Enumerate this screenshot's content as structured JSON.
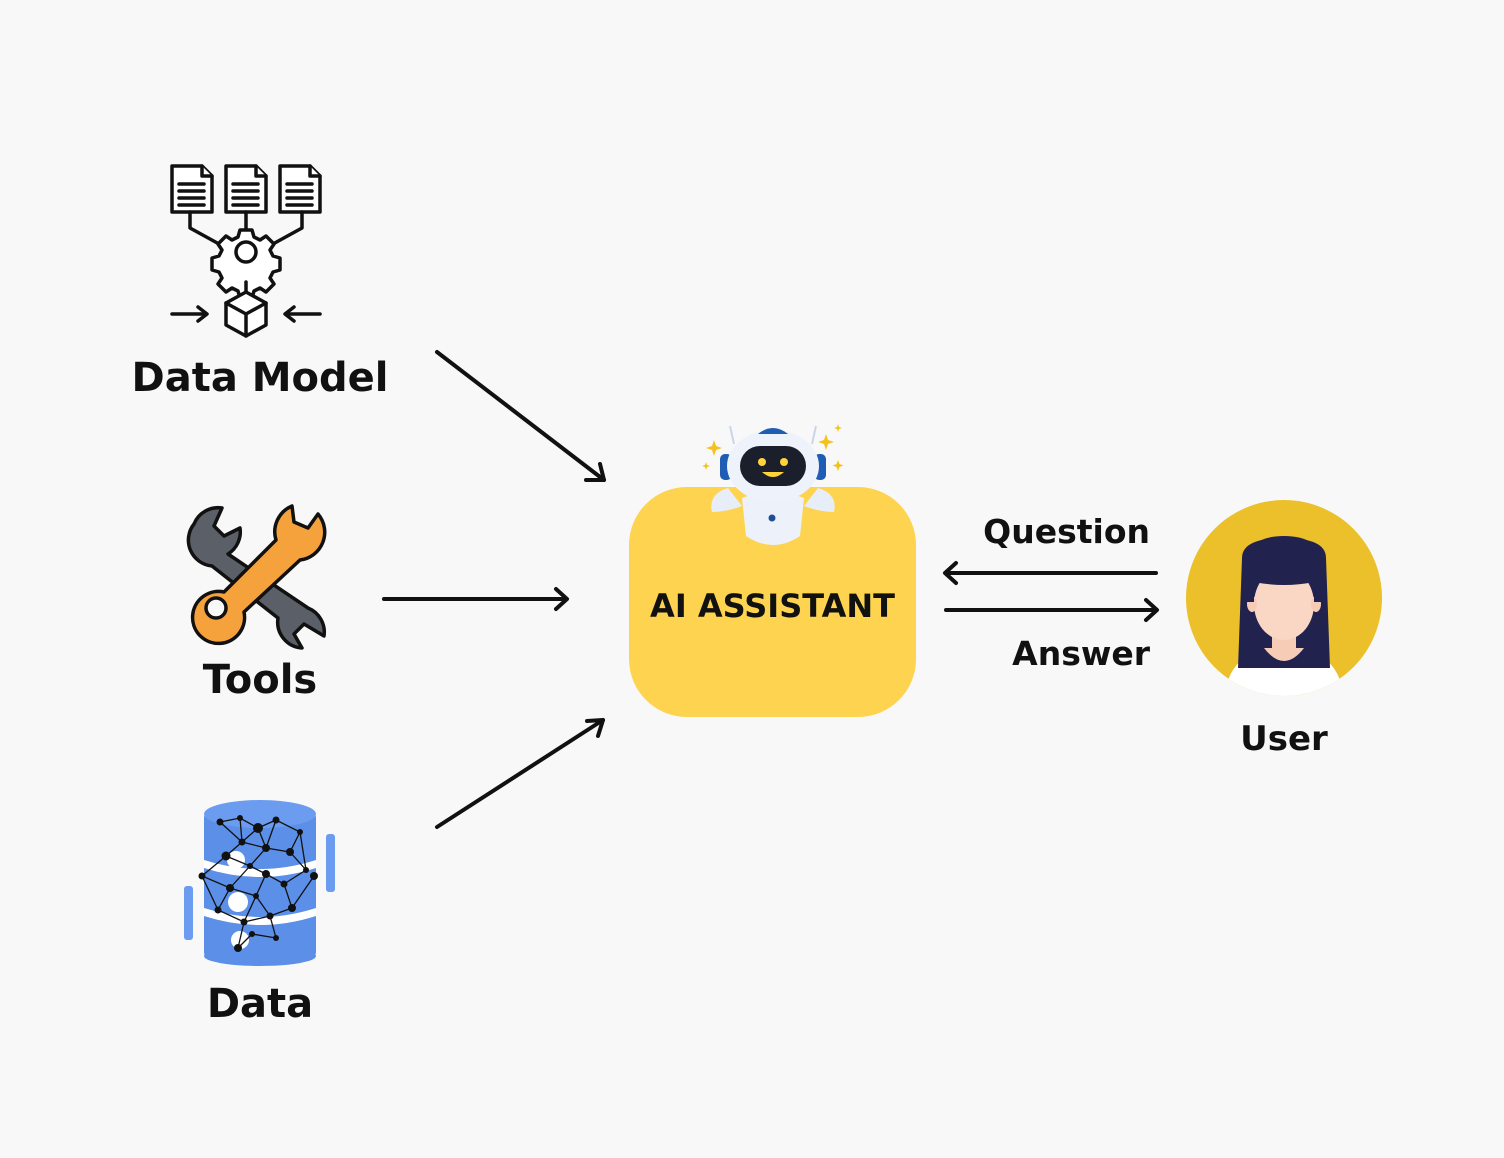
{
  "diagram": {
    "center": {
      "label": "AI ASSISTANT",
      "icon": "robot-icon",
      "color": "#fdd34f"
    },
    "inputs": [
      {
        "id": "data-model",
        "label": "Data Model",
        "icon": "data-model-icon"
      },
      {
        "id": "tools",
        "label": "Tools",
        "icon": "wrench-icon"
      },
      {
        "id": "data",
        "label": "Data",
        "icon": "database-network-icon"
      }
    ],
    "user": {
      "label": "User",
      "icon": "user-avatar-icon",
      "circle_color": "#ecc02a"
    },
    "exchange": {
      "question": "Question",
      "answer": "Answer"
    }
  }
}
